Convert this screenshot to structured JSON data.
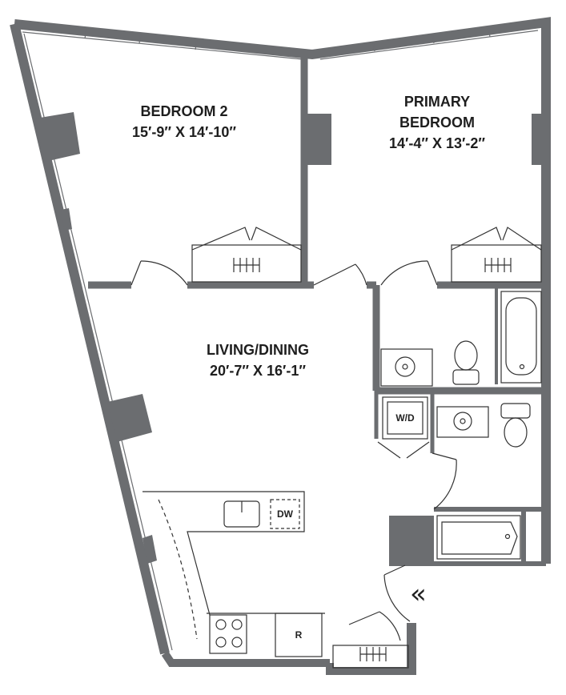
{
  "rooms": {
    "bedroom2": {
      "name": "BEDROOM 2",
      "size": "15′-9″ X 14′-10″"
    },
    "primary": {
      "name_line1": "PRIMARY",
      "name_line2": "BEDROOM",
      "size": "14′-4″ X 13′-2″"
    },
    "living": {
      "name": "LIVING/DINING",
      "size": "20′-7″ X 16′-1″"
    }
  },
  "fixtures": {
    "washer_dryer": "W/D",
    "dishwasher": "DW",
    "refrigerator": "R"
  },
  "entry": {
    "arrow": "«"
  },
  "colors": {
    "wall": "#6b6d70",
    "line": "#333333",
    "background": "#ffffff"
  }
}
